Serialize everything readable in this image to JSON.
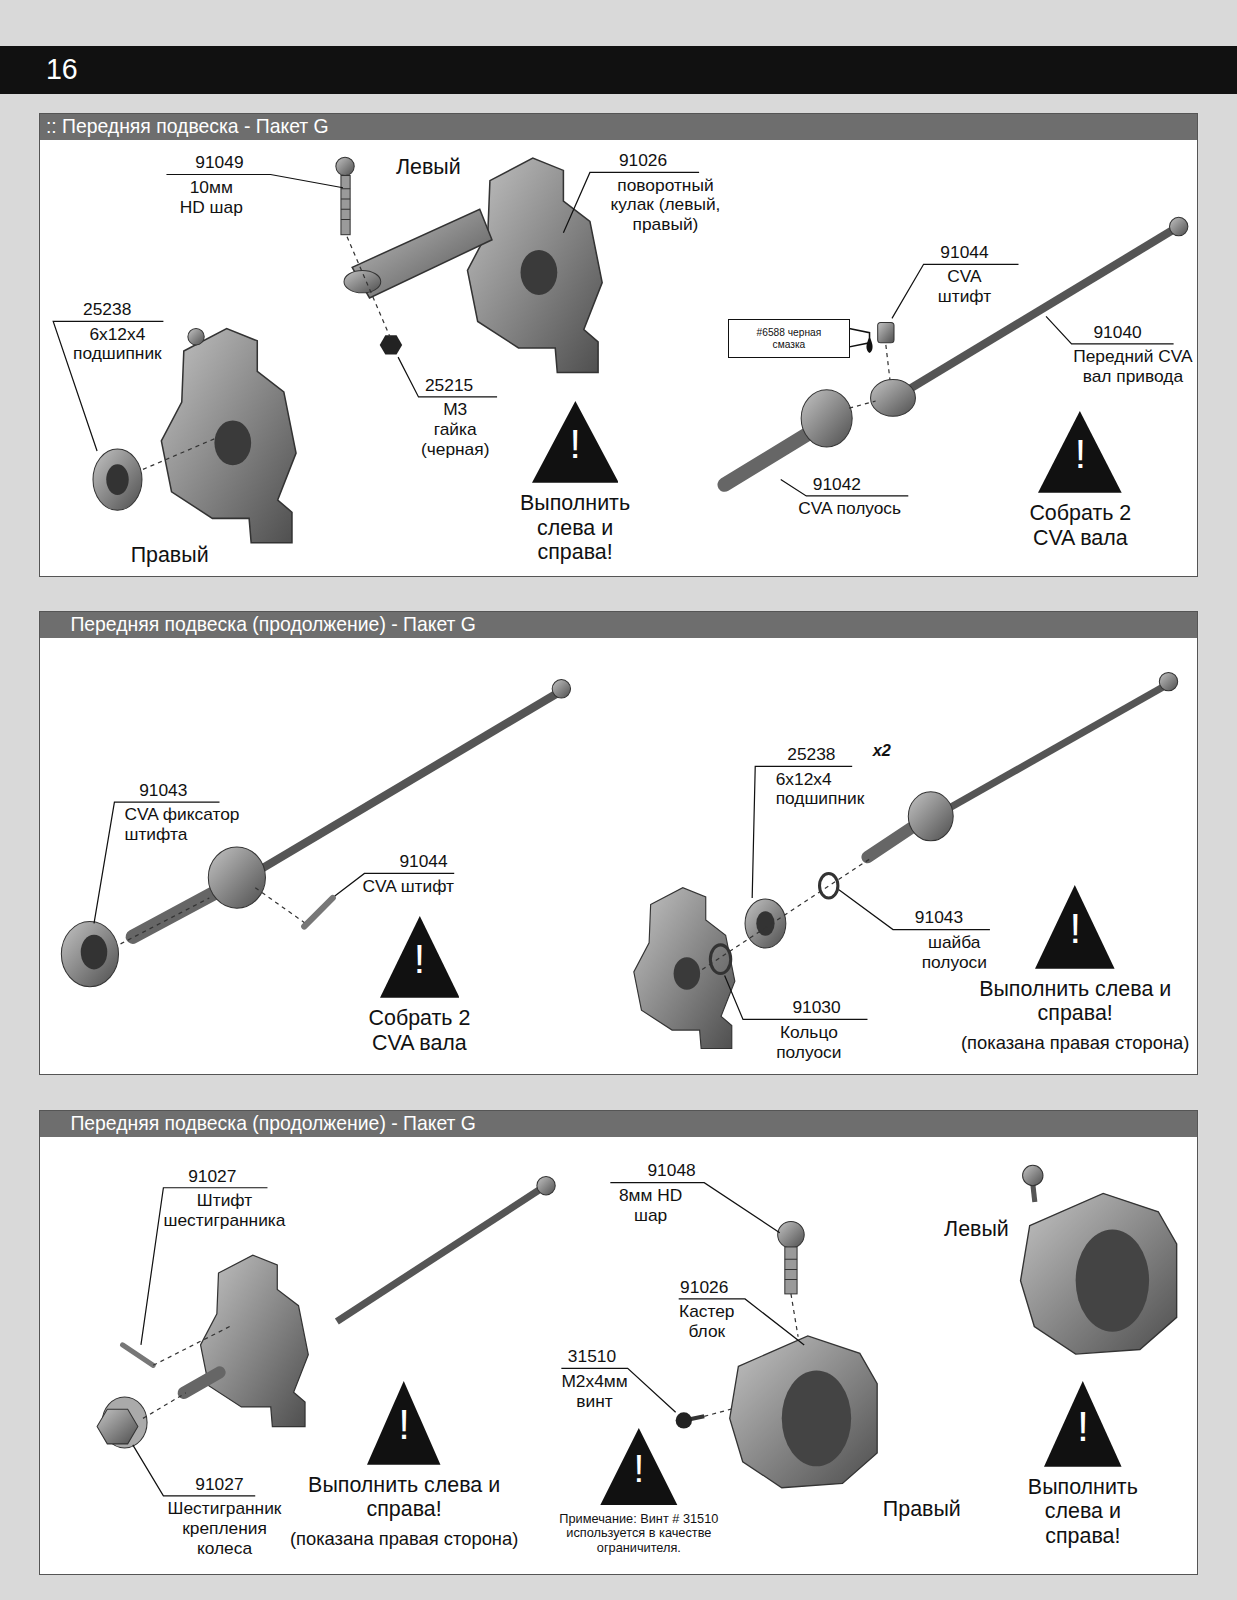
{
  "diagram": {
    "nodes": [
      {
        "text": [
          "16"
        ]
      },
      {
        "text": [
          ":: Передняя подвеска - Пакет G"
        ]
      },
      {
        "text": [
          "#6588 черная смазка"
        ],
        "in": 1
      },
      {
        "text": [
          "!",
          "Выполнить слева и справа!"
        ],
        "in": 1
      },
      {
        "text": [
          "!",
          "Собрать 2 CVA вала"
        ],
        "in": 1
      },
      {
        "text": [
          "Передняя подвеска (продолжение) - Пакет G"
        ]
      },
      {
        "text": [
          "!",
          "Собрать 2 CVA вала"
        ],
        "in": 5
      },
      {
        "text": [
          "!",
          "Выполнить слева и справа!",
          "(показана правая сторона)"
        ],
        "in": 5
      },
      {
        "text": [
          "Передняя подвеска (продолжение) - Пакет G"
        ]
      },
      {
        "text": [
          "!",
          "Выполнить слева и справа!",
          "(показана правая сторона)"
        ],
        "in": 8
      },
      {
        "text": [
          "!",
          "Примечание: Винт # 31510 используется в качестве ограничителя."
        ],
        "in": 8
      },
      {
        "text": [
          "!",
          "Выполнить слева и справа!"
        ],
        "in": 8
      }
    ],
    "labels": [
      "91049",
      "10мм HD шар",
      "Левый",
      "91026",
      "поворотный кулак (левый, правый)",
      "25238",
      "6x12x4 подшипник",
      "25215",
      "M3 гайка (черная)",
      "Правый",
      "91044",
      "CVA штифт",
      "91040",
      "Передний CVA вал привода",
      "91042",
      "CVA полуось",
      "91043",
      "CVA фиксатор штифта",
      "91044",
      "CVA штифт",
      "25238",
      "x2",
      "6x12x4 подшипник",
      "91043",
      "шайба полуоси",
      "91030",
      "Кольцо полуоси",
      "91027",
      "Штифт шестигранника",
      "91027",
      "Шестигранник крепления колеса",
      "91048",
      "8мм HD шар",
      "91026",
      "Кастер блок",
      "31510",
      "M2x4мм винт",
      "Левый",
      "Правый"
    ]
  }
}
